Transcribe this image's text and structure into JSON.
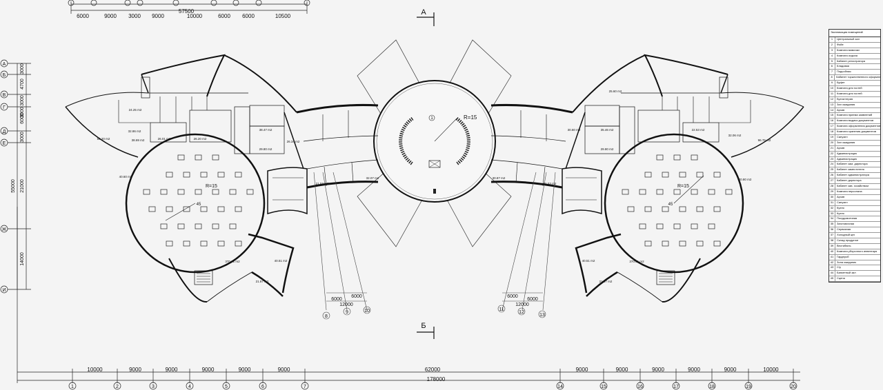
{
  "top_dims": {
    "total": "57500",
    "parts": [
      "6000",
      "9000",
      "3000",
      "9000",
      "10000",
      "6000",
      "6000",
      "10500"
    ]
  },
  "bottom_dims": {
    "total": "178000",
    "parts": [
      "10000",
      "9000",
      "9000",
      "9000",
      "9000",
      "9000",
      "62000",
      "9000",
      "9000",
      "9000",
      "9000",
      "9000",
      "10000"
    ],
    "axes": [
      "1",
      "2",
      "3",
      "4",
      "5",
      "6",
      "7",
      "14",
      "15",
      "16",
      "17",
      "18",
      "19",
      "20"
    ]
  },
  "left_dims": {
    "rows": [
      "А",
      "Б",
      "В",
      "Г",
      "Д",
      "Е",
      "Ж",
      "И"
    ],
    "parts": [
      "3000",
      "4700",
      "3000",
      "3000",
      "6000",
      "3000",
      "21000",
      "14000"
    ],
    "total": "55000"
  },
  "sections": {
    "a": "А",
    "b": "Б"
  },
  "center": {
    "radius": "R=15",
    "label": "1"
  },
  "left_hall": {
    "radius": "R=15",
    "label": "45"
  },
  "right_hall": {
    "radius": "R=15",
    "label": "45"
  },
  "ramps_left": {
    "dims": [
      "6000",
      "6000"
    ],
    "total": "12000",
    "axes": [
      "8",
      "9",
      "10"
    ]
  },
  "ramps_right": {
    "dims": [
      "6000",
      "6000"
    ],
    "total": "12000",
    "axes": [
      "11",
      "12",
      "13"
    ]
  },
  "room_areas": {
    "l1": "85.20 m2",
    "l2": "40.60 m2",
    "l3": "32.86 m2",
    "l4": "38.69 m2",
    "l5": "26.01 m2",
    "l6": "24.25 m2",
    "l7": "26.20 m2",
    "l8": "38.47 m2",
    "l9": "29.80 m2",
    "l10": "26.34 m2",
    "l11": "370.01 m2",
    "l12": "40.51 m2",
    "l13": "21.87 m2",
    "l14": "21.53 m2",
    "l15": "32.07 m2",
    "r1": "96.76 m2",
    "r2": "40.80 m2",
    "r3": "32.06 m2",
    "r4": "22.53 m2",
    "r5": "35.46 m2",
    "r6": "30.60 m2",
    "r7": "29.80 m2",
    "r8": "370.01 m2",
    "r9": "40.51 m2",
    "r10": "21.87 m2",
    "r11": "30.87 m2",
    "r12": "31.53 m2",
    "r13": "25.60 m2"
  },
  "legend": {
    "title": "Экспликация помещений",
    "rows": [
      [
        "1",
        "Центральный зал"
      ],
      [
        "2",
        "Фойе"
      ],
      [
        "3",
        "Комната мамочки"
      ],
      [
        "4",
        "Комната отдыха"
      ],
      [
        "5",
        "Кабинет регистратора"
      ],
      [
        "6",
        "Кладовая"
      ],
      [
        "7",
        "Подсобная"
      ],
      [
        "8",
        "Кабинет торжественного оформления"
      ],
      [
        "9",
        "Буфет"
      ],
      [
        "10",
        "Комната для гостей"
      ],
      [
        "11",
        "Комната для гостей"
      ],
      [
        "12",
        "Бухгалтерия"
      ],
      [
        "13",
        "Зал ожидания"
      ],
      [
        "14",
        "Архив"
      ],
      [
        "15",
        "Комната приема заявлений"
      ],
      [
        "16",
        "Комната выдачи документов"
      ],
      [
        "17",
        "Комната оформления документов"
      ],
      [
        "18",
        "Комната хранения документов"
      ],
      [
        "19",
        "Санузел"
      ],
      [
        "20",
        "Зал ожидания"
      ],
      [
        "21",
        "Архив"
      ],
      [
        "22",
        "Администрация"
      ],
      [
        "23",
        "Администрация"
      ],
      [
        "24",
        "Кабинет зам. директора"
      ],
      [
        "25",
        "Кабинет заместителя"
      ],
      [
        "26",
        "Кабинет администратора"
      ],
      [
        "27",
        "Кабинет директора"
      ],
      [
        "28",
        "Кабинет зав. хозяйством"
      ],
      [
        "29",
        "Комната персонала"
      ],
      [
        "30",
        "Архив"
      ],
      [
        "31",
        "Санузел"
      ],
      [
        "32",
        "Кухня"
      ],
      [
        "33",
        "Кухня"
      ],
      [
        "34",
        "Посудомоечная"
      ],
      [
        "35",
        "Заготовочная"
      ],
      [
        "36",
        "Сервизная"
      ],
      [
        "37",
        "Холодный цех"
      ],
      [
        "38",
        "Склад продуктов"
      ],
      [
        "39",
        "Вестибюль"
      ],
      [
        "40",
        "Комната уборочного инвентаря"
      ],
      [
        "41",
        "Гардероб"
      ],
      [
        "42",
        "Зона ожидания"
      ],
      [
        "43",
        "С/у"
      ],
      [
        "44",
        "Банкетный зал"
      ],
      [
        "45",
        "Сцена"
      ]
    ]
  }
}
